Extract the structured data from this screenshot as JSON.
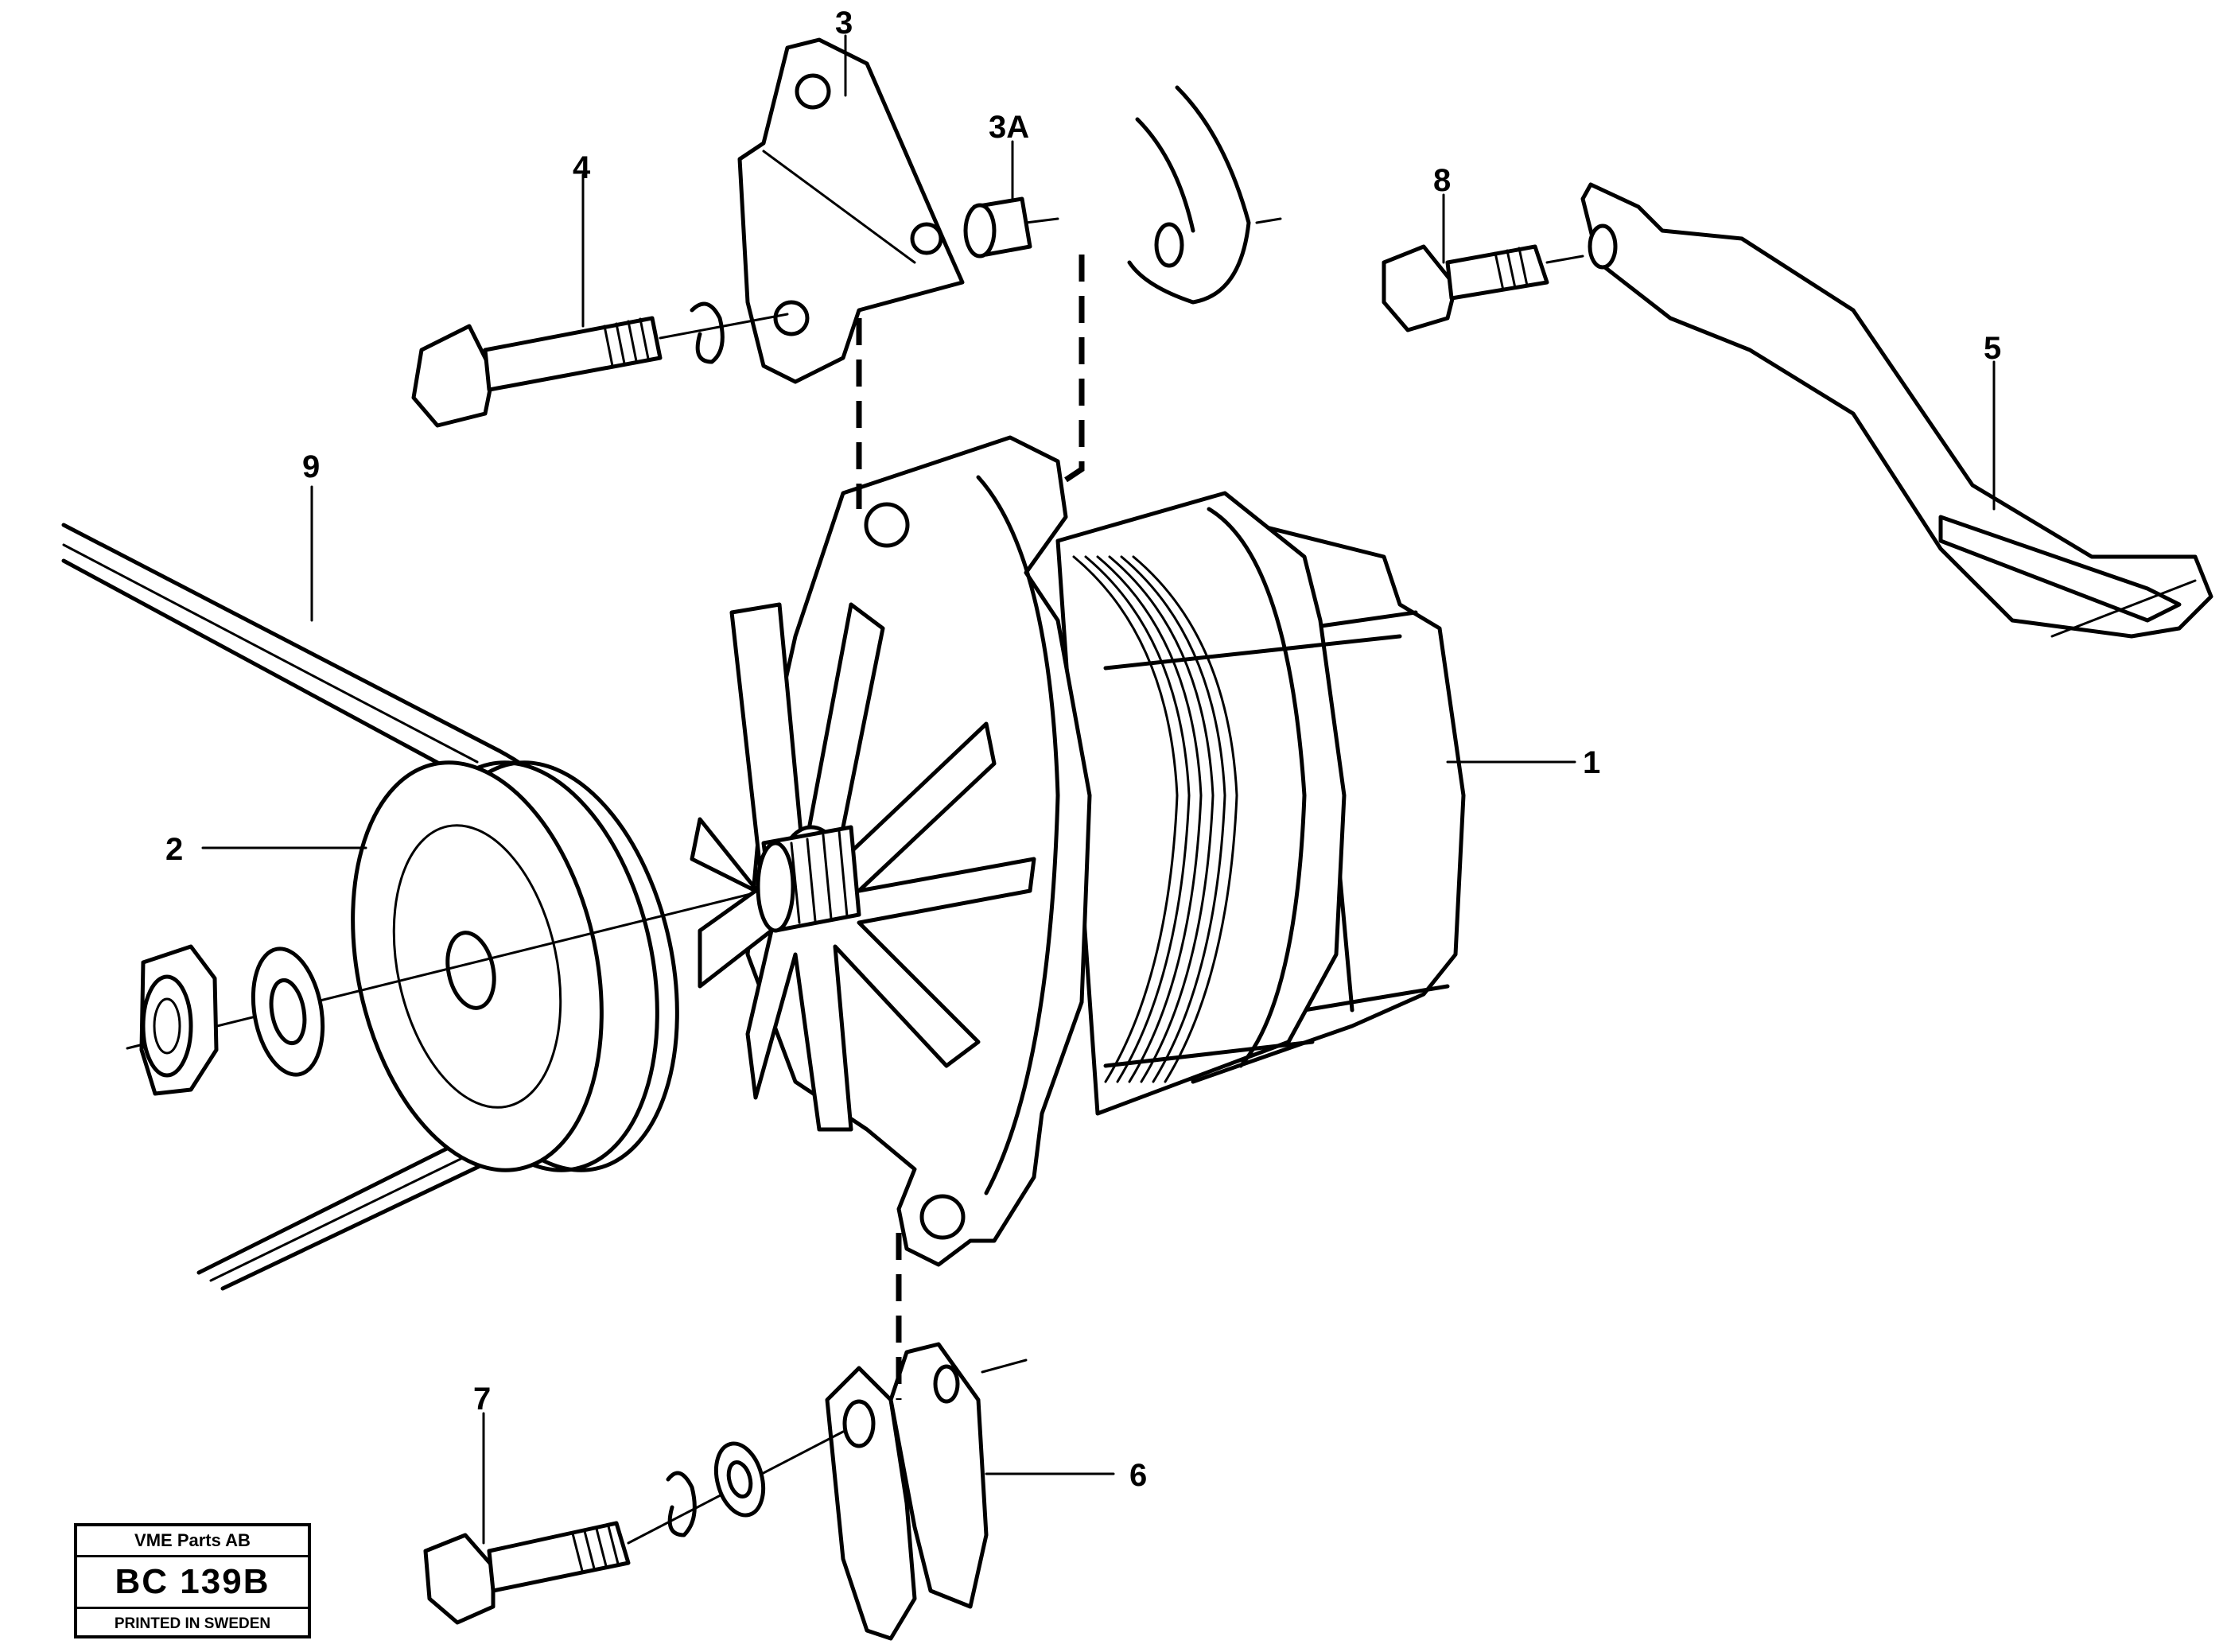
{
  "callouts": {
    "c1": "1",
    "c2": "2",
    "c3": "3",
    "c3a": "3A",
    "c4": "4",
    "c5": "5",
    "c6": "6",
    "c7": "7",
    "c8": "8",
    "c9": "9"
  },
  "stamp": {
    "company": "VME Parts AB",
    "code": "BC 139B",
    "printed": "PRINTED IN SWEDEN"
  }
}
